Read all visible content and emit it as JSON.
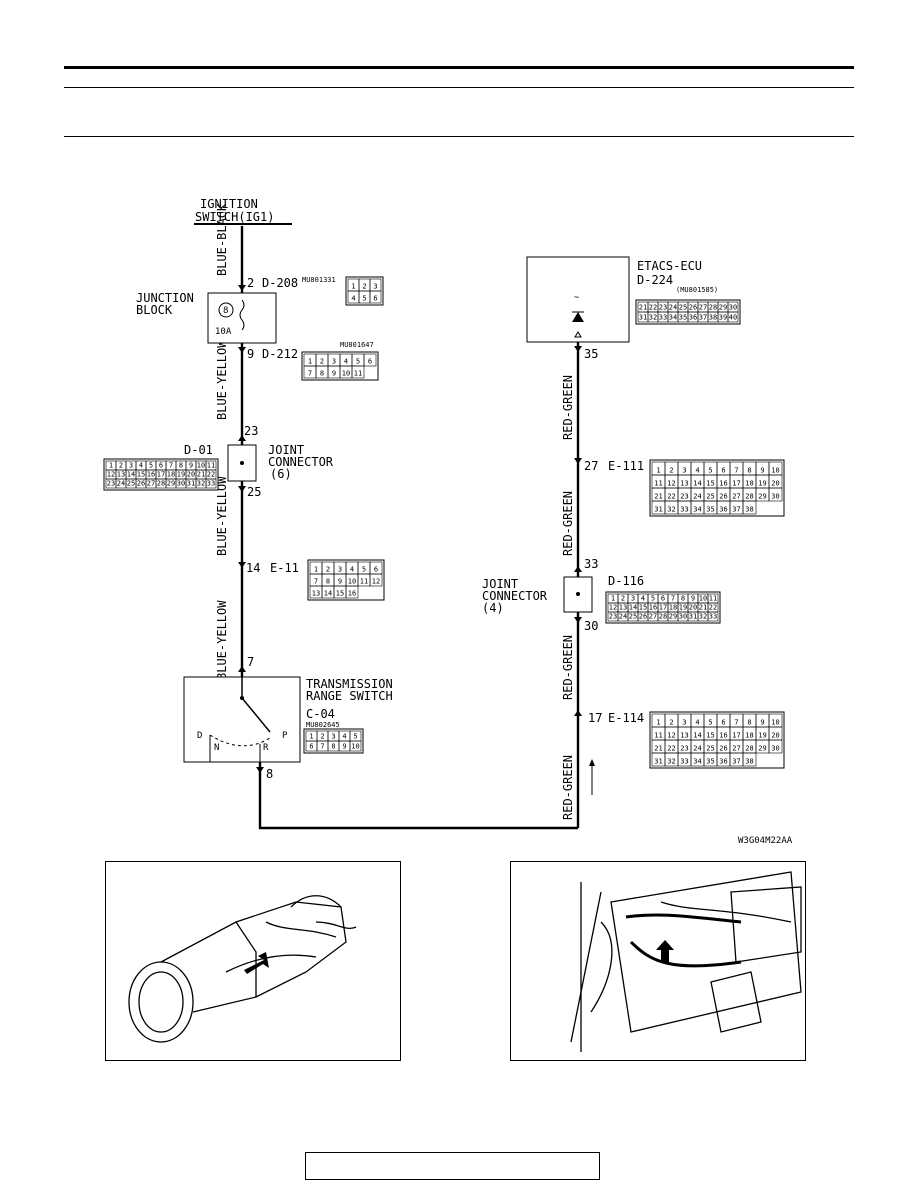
{
  "header": {
    "title": "",
    "subtitle": ""
  },
  "ignition": {
    "line1": "IGNITION",
    "line2": "SWITCH(IG1)"
  },
  "wires": {
    "w1": "BLUE-BLACK",
    "w2": "BLUE-YELLOW",
    "w3": "BLUE-YELLOW",
    "w4": "BLUE-YELLOW",
    "r1": "RED-GREEN",
    "r2": "RED-GREEN",
    "r3": "RED-GREEN",
    "r4": "RED-GREEN"
  },
  "junction_block": {
    "line1": "JUNCTION",
    "line2": "BLOCK",
    "fuse_no": "8",
    "amp": "10A",
    "pin_in": "2",
    "conn_in": "D-208",
    "part_in": "MU801331",
    "pin_out": "9",
    "conn_out": "D-212",
    "part_out": "MU801647"
  },
  "joint6": {
    "line1": "JOINT",
    "line2": "CONNECTOR",
    "line3": "(6)",
    "conn": "D-01",
    "pin_top": "23",
    "pin_bot": "25"
  },
  "e11": {
    "pin": "14",
    "conn": "E-11"
  },
  "trs": {
    "line1": "TRANSMISSION",
    "line2": "RANGE SWITCH",
    "conn": "C-04",
    "part": "MU802645",
    "pin_top": "7",
    "pin_bot": "8",
    "pos_d": "D",
    "pos_n": "N",
    "pos_r": "R",
    "pos_p": "P"
  },
  "etacs": {
    "name": "ETACS-ECU",
    "conn": "D-224",
    "part": "(MU801585)",
    "pin": "35"
  },
  "e111": {
    "pin": "27",
    "conn": "E-111"
  },
  "joint4": {
    "line1": "JOINT",
    "line2": "CONNECTOR",
    "line3": "(4)",
    "conn": "D-116",
    "pin_top": "33",
    "pin_bot": "30"
  },
  "e114": {
    "pin": "17",
    "conn": "E-114"
  },
  "figure_code": "W3G04M22AA",
  "connector_pins": {
    "d208": [
      "1",
      "2",
      "3",
      "4",
      "5",
      "6"
    ],
    "d212": [
      "1",
      "2",
      "3",
      "4",
      "5",
      "6",
      "7",
      "8",
      "9",
      "10",
      "11"
    ],
    "d01": [
      "1",
      "2",
      "3",
      "4",
      "5",
      "6",
      "7",
      "8",
      "9",
      "10",
      "11",
      "12",
      "13",
      "14",
      "15",
      "16",
      "17",
      "18",
      "19",
      "20",
      "21",
      "22",
      "23",
      "24",
      "25",
      "26",
      "27",
      "28",
      "29",
      "30",
      "31",
      "32",
      "33"
    ],
    "e11": [
      "1",
      "2",
      "3",
      "4",
      "5",
      "6",
      "7",
      "8",
      "9",
      "10",
      "11",
      "12",
      "13",
      "14",
      "15",
      "16"
    ],
    "c04": [
      "1",
      "2",
      "3",
      "4",
      "5",
      "6",
      "7",
      "8",
      "9",
      "10"
    ],
    "d224": [
      "21",
      "22",
      "23",
      "24",
      "25",
      "26",
      "27",
      "28",
      "29",
      "30",
      "31",
      "32",
      "33",
      "34",
      "35",
      "36",
      "37",
      "38",
      "39",
      "40"
    ],
    "d116": [
      "1",
      "2",
      "3",
      "4",
      "5",
      "6",
      "7",
      "8",
      "9",
      "10",
      "11",
      "12",
      "13",
      "14",
      "15",
      "16",
      "17",
      "18",
      "19",
      "20",
      "21",
      "22",
      "23",
      "24",
      "25",
      "26",
      "27",
      "28",
      "29",
      "30",
      "31",
      "32",
      "33"
    ],
    "e111": [
      "1",
      "2",
      "3",
      "4",
      "5",
      "6",
      "7",
      "8",
      "9",
      "10",
      "11",
      "12",
      "13",
      "14",
      "15",
      "16",
      "17",
      "18",
      "19",
      "20",
      "21",
      "22",
      "23",
      "24",
      "25",
      "26",
      "27",
      "28",
      "29",
      "30",
      "31",
      "32",
      "33",
      "34",
      "35",
      "36",
      "37",
      "38"
    ],
    "e114": [
      "1",
      "2",
      "3",
      "4",
      "5",
      "6",
      "7",
      "8",
      "9",
      "10",
      "11",
      "12",
      "13",
      "14",
      "15",
      "16",
      "17",
      "18",
      "19",
      "20",
      "21",
      "22",
      "23",
      "24",
      "25",
      "26",
      "27",
      "28",
      "29",
      "30",
      "31",
      "32",
      "33",
      "34",
      "35",
      "36",
      "37",
      "38"
    ]
  },
  "footer": {
    "page": ""
  }
}
